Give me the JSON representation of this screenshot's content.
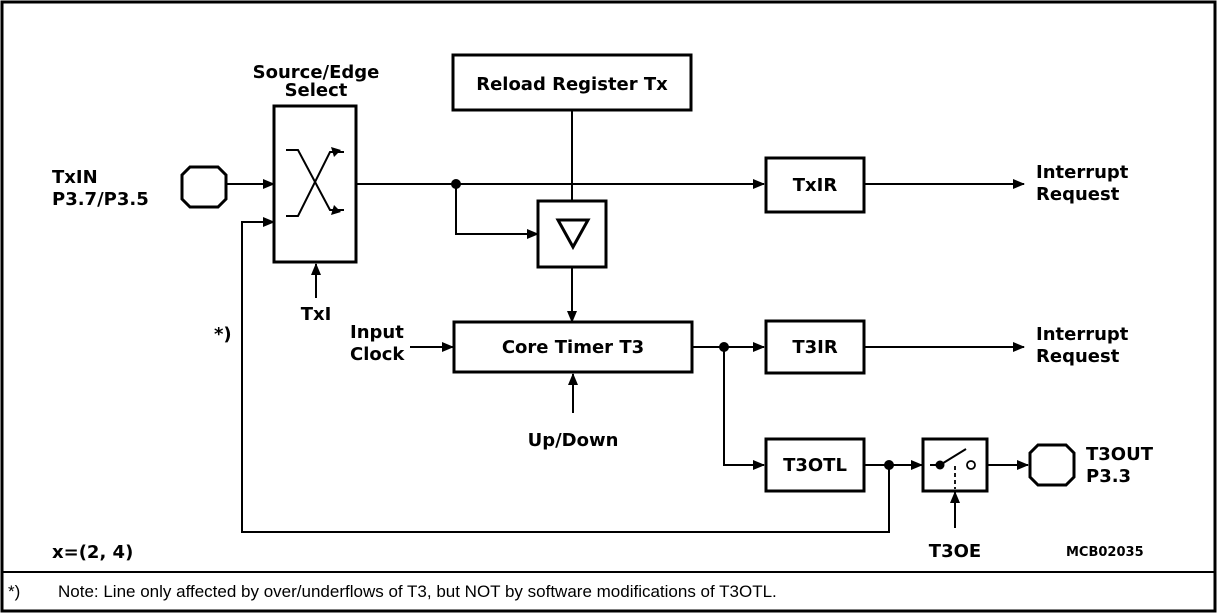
{
  "blocks": {
    "source_edge_select_line1": "Source/Edge",
    "source_edge_select_line2": "Select",
    "reload_register": "Reload Register Tx",
    "txir": "TxIR",
    "core_timer": "Core Timer T3",
    "t3ir": "T3IR",
    "t3otl": "T3OTL"
  },
  "labels": {
    "txin_line1": "TxIN",
    "txin_line2": "P3.7/P3.5",
    "txi": "TxI",
    "star": "*)",
    "input_clock_line1": "Input",
    "input_clock_line2": "Clock",
    "up_down": "Up/Down",
    "interrupt1_line1": "Interrupt",
    "interrupt1_line2": "Request",
    "interrupt2_line1": "Interrupt",
    "interrupt2_line2": "Request",
    "t3out_line1": "T3OUT",
    "t3out_line2": "P3.3",
    "t3oe": "T3OE",
    "x_eq": "x=(2, 4)",
    "figure_code": "MCB02035"
  },
  "footnote": {
    "marker": "*)",
    "text": "Note: Line only affected by over/underflows of T3, but NOT by software modifications of T3OTL."
  }
}
